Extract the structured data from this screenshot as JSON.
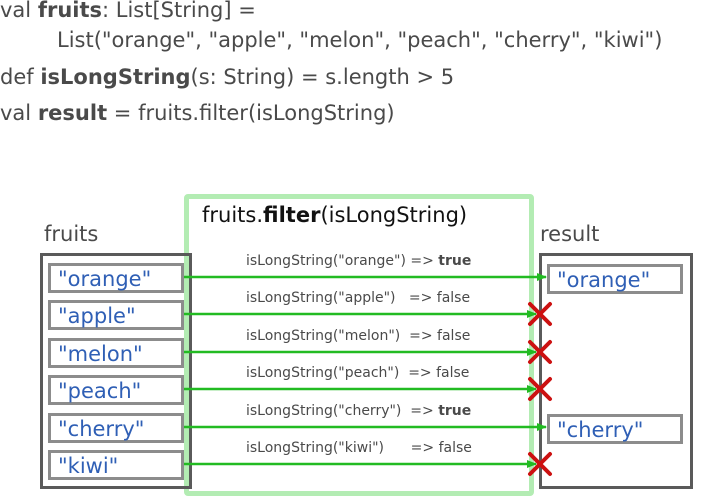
{
  "code": {
    "line1_kw": "val",
    "line1_name": "fruits",
    "line1_rest": ": List[String] =",
    "line2": "List(\"orange\", \"apple\", \"melon\", \"peach\", \"cherry\", \"kiwi\")",
    "line3_kw": "def",
    "line3_name": "isLongString",
    "line3_rest": "(s: String) = s.length > 5",
    "line4_kw": "val",
    "line4_name": "result",
    "line4_rest": " = fruits.filter(isLongString)"
  },
  "diagram": {
    "fruits_label": "fruits",
    "result_label": "result",
    "filter_title_prefix": "fruits.",
    "filter_title_method": "filter",
    "filter_title_args": "(isLongString)",
    "fruits": [
      "\"orange\"",
      "\"apple\"",
      "\"melon\"",
      "\"peach\"",
      "\"cherry\"",
      "\"kiwi\""
    ],
    "calls": [
      {
        "expr": "isLongString(\"orange\") => ",
        "value": "true",
        "bold": true,
        "passes": true
      },
      {
        "expr": "isLongString(\"apple\")   => ",
        "value": "false",
        "bold": false,
        "passes": false
      },
      {
        "expr": "isLongString(\"melon\")  => ",
        "value": "false",
        "bold": false,
        "passes": false
      },
      {
        "expr": "isLongString(\"peach\")  => ",
        "value": "false",
        "bold": false,
        "passes": false
      },
      {
        "expr": "isLongString(\"cherry\")  => ",
        "value": "true",
        "bold": true,
        "passes": true
      },
      {
        "expr": "isLongString(\"kiwi\")      => ",
        "value": "false",
        "bold": false,
        "passes": false
      }
    ],
    "results": [
      "\"orange\"",
      "\"cherry\""
    ],
    "colors": {
      "arrow": "#22bb22",
      "reject": "#cc1111",
      "filter_border": "#b3ecb3",
      "item_text": "#2f5fb5"
    }
  }
}
